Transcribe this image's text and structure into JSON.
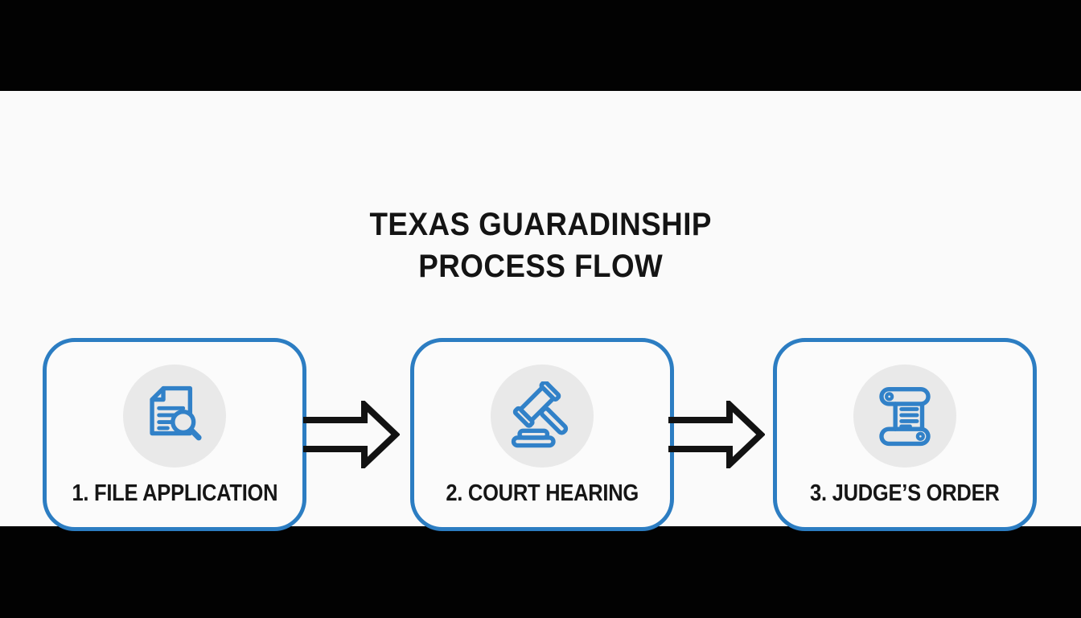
{
  "title": {
    "line1": "TEXAS GUARADINSHIP",
    "line2": "PROCESS FLOW"
  },
  "steps": [
    {
      "label": "1. FILE APPLICATION",
      "icon": "document-search-icon"
    },
    {
      "label": "2. COURT HEARING",
      "icon": "gavel-icon"
    },
    {
      "label": "3. JUDGE’S ORDER",
      "icon": "scroll-icon"
    }
  ],
  "connectors": [
    {
      "icon": "arrow-right-icon"
    },
    {
      "icon": "arrow-right-icon"
    }
  ],
  "colors": {
    "accent_blue": "#2c7dc2",
    "icon_blue": "#3181c8",
    "icon_circle_gray": "#e9e9e9",
    "text_dark": "#141414",
    "canvas_white": "#fafafa",
    "letterbox_black": "#020202"
  }
}
